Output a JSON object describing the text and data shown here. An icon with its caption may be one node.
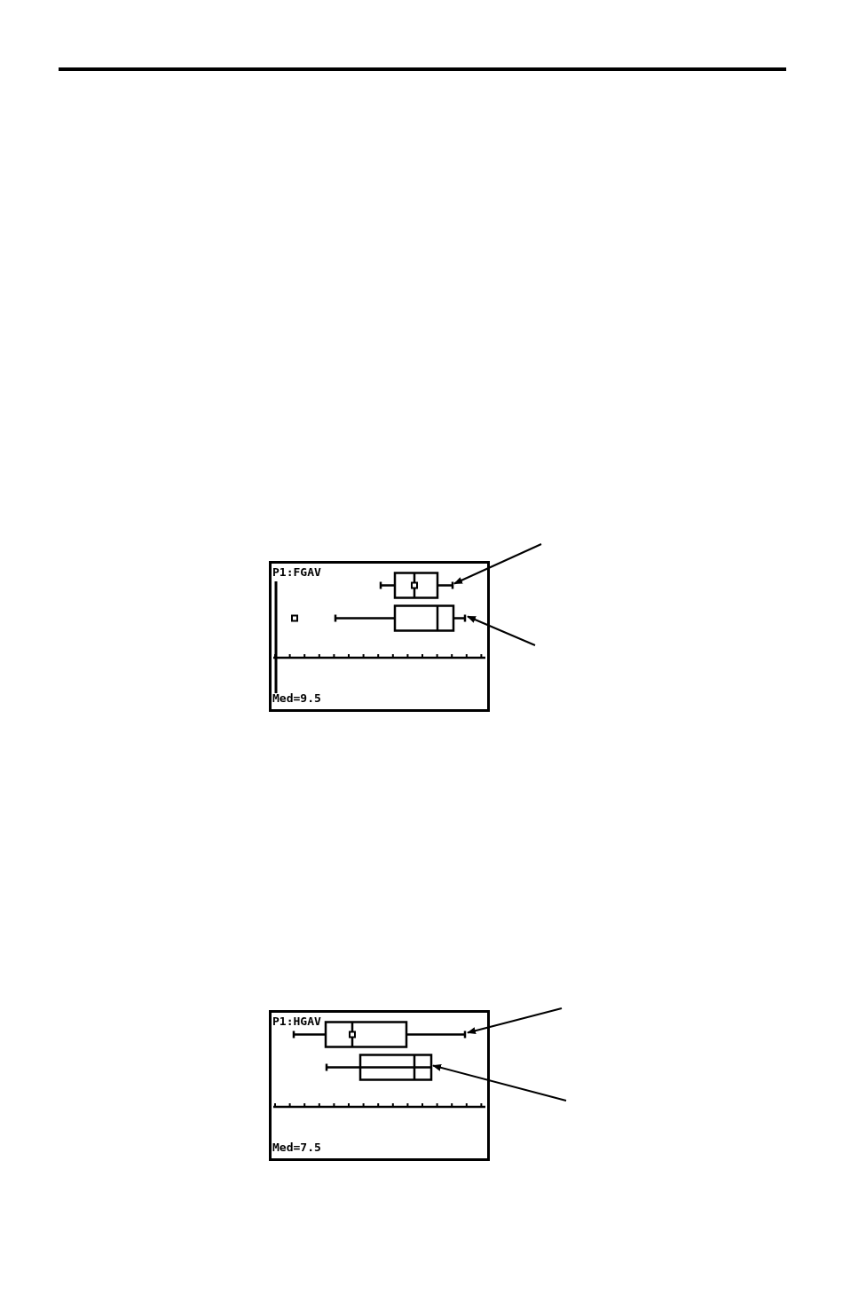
{
  "diagram": {
    "nodes": [
      {
        "text": [
          "P1:FGAV",
          "Med=9.5"
        ]
      },
      {
        "text": [],
        "shape": "picture",
        "in": 0
      },
      {
        "text": [],
        "shape": "picture",
        "in": 0
      },
      {
        "text": [
          "P1:HGAV",
          "Med=7.5"
        ]
      },
      {
        "text": [],
        "shape": "picture",
        "in": 3
      },
      {
        "text": [],
        "shape": "picture",
        "in": 3
      }
    ],
    "edges": [
      {
        "from": null,
        "to": 1,
        "arrow": "to"
      },
      {
        "from": null,
        "to": 2,
        "arrow": "to"
      },
      {
        "from": null,
        "to": 4,
        "arrow": "to"
      },
      {
        "from": null,
        "to": 5,
        "arrow": "to"
      }
    ]
  }
}
